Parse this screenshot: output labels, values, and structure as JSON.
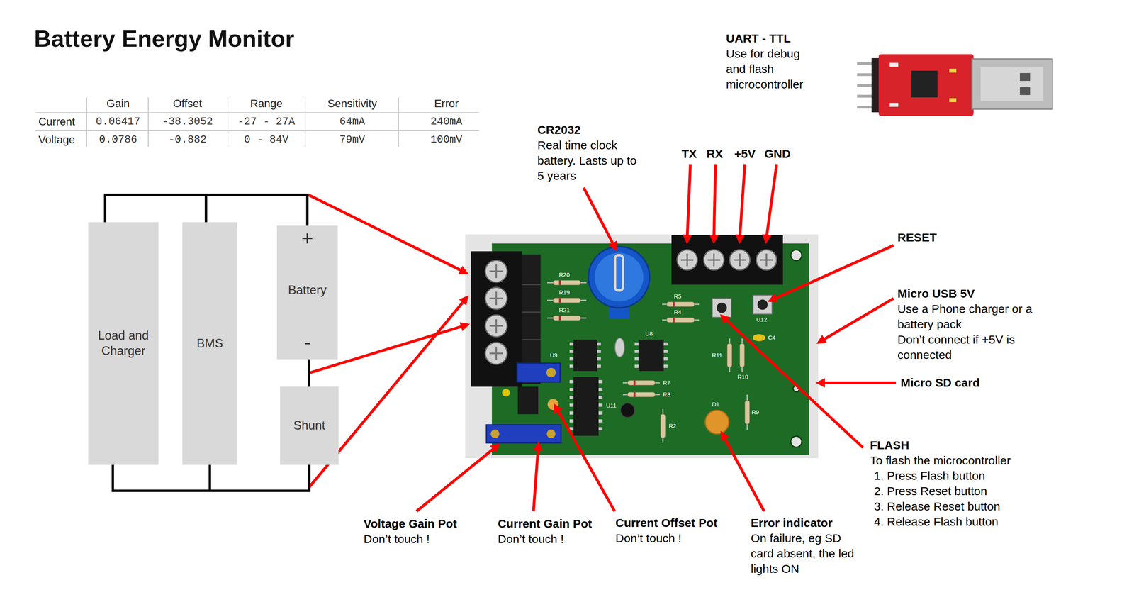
{
  "diagram": {
    "title": "Battery Energy Monitor",
    "nodes": [
      {
        "text": [
          "Load and Charger"
        ]
      },
      {
        "text": [
          "BMS"
        ]
      },
      {
        "text": [
          "+",
          "Battery",
          "-"
        ]
      },
      {
        "text": [
          "Shunt"
        ]
      }
    ],
    "edges": [
      {
        "from": 0,
        "to": 1,
        "arrow": "none"
      },
      {
        "from": 1,
        "to": 2,
        "arrow": "none"
      },
      {
        "from": 2,
        "to": 3,
        "arrow": "none"
      },
      {
        "from": 0,
        "to": 1,
        "arrow": "none"
      },
      {
        "from": 1,
        "to": 3,
        "arrow": "none"
      }
    ],
    "labels": [
      "Gain",
      "Offset",
      "Range",
      "Sensitivity",
      "Error",
      "Current",
      "0.06417",
      "-38.3052",
      "-27 - 27A",
      "64mA",
      "240mA",
      "Voltage",
      "0.0786",
      "-0.882",
      "0 - 84V",
      "79mV",
      "100mV",
      "UART - TTL",
      "Use for debug and flash microcontroller",
      "CR2032",
      "Real time clock battery. Lasts up to 5 years",
      "TX",
      "RX",
      "+5V",
      "GND",
      "RESET",
      "Micro USB 5V",
      "Use a Phone charger or a battery pack",
      "Don’t connect if +5V is connected",
      "Micro SD card",
      "FLASH",
      "To flash the microcontroller",
      "1. Press Flash button",
      "2. Press Reset button",
      "3. Release Reset button",
      "4. Release Flash button",
      "Voltage Gain Pot",
      "Don’t touch !",
      "Current Gain Pot",
      "Don’t touch !",
      "Current Offset Pot",
      "Don’t touch !",
      "Error indicator",
      "On failure, eg SD card absent, the led lights ON",
      "R20",
      "R19",
      "R21",
      "U9",
      "U11",
      "R5",
      "R4",
      "U8",
      "R7",
      "R3",
      "R2",
      "D1",
      "U12",
      "C4",
      "R11",
      "R10",
      "R9"
    ]
  }
}
